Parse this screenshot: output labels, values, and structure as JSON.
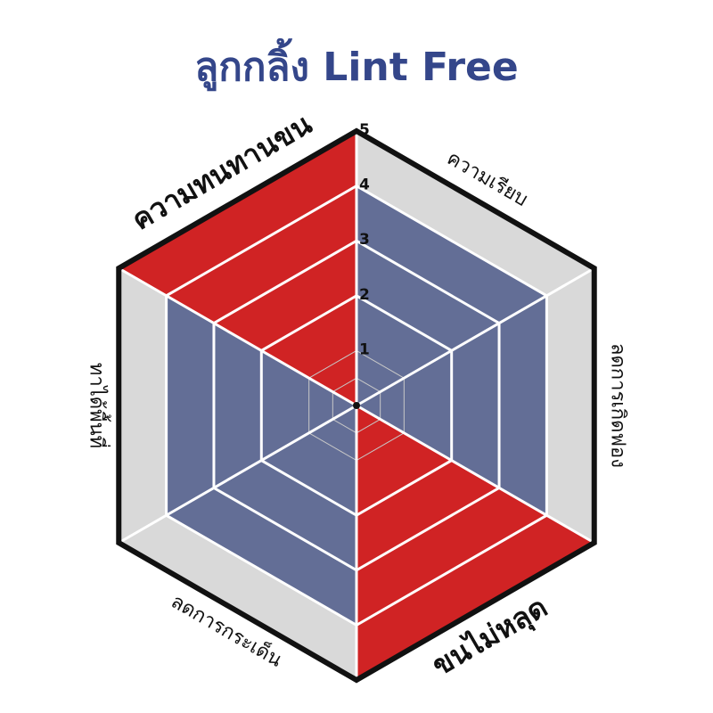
{
  "title": "ลูกกลิ้ง Lint Free",
  "colors": {
    "title": "#34468a",
    "outer_band": "#d9d9d9",
    "inner_fill": "#636e96",
    "highlight": "#d02324",
    "frame": "#111111",
    "grid": "#ffffff",
    "center_rings": "#c8c8c8"
  },
  "chart_data": {
    "type": "radar",
    "scale_max": 5,
    "ticks": [
      "1",
      "2",
      "3",
      "4",
      "5"
    ],
    "background_level": 4,
    "axes": [
      {
        "label": "ความเรียบ",
        "emphasis": false
      },
      {
        "label": "ลดการเกิดฟอง",
        "emphasis": false
      },
      {
        "label": "ขนไม่หลุด",
        "emphasis": true
      },
      {
        "label": "ลดการกระเด็น",
        "emphasis": false
      },
      {
        "label": "ทาได้พื้นที่",
        "emphasis": false
      },
      {
        "label": "ความทนทานขน",
        "emphasis": true
      }
    ],
    "highlighted_sectors": [
      {
        "axis": "ขนไม่หลุด",
        "value": 5
      },
      {
        "axis": "ความทนทานขน",
        "value": 5
      }
    ],
    "grid": true,
    "legend": "none"
  }
}
